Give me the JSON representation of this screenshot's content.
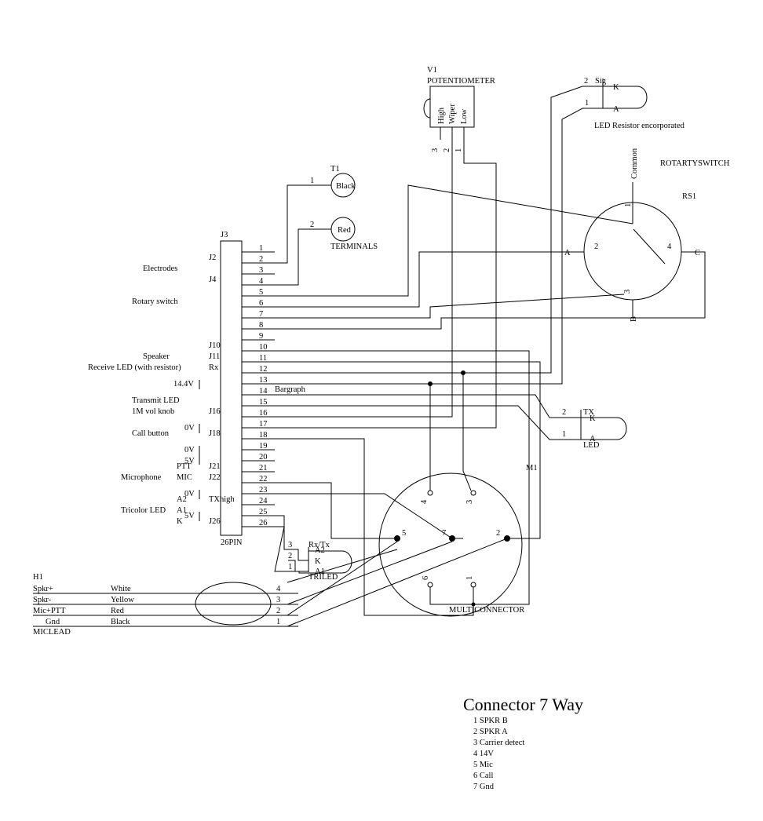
{
  "labels": {
    "v1_ref": "V1",
    "v1_name": "POTENTIOMETER",
    "pot_high": "High",
    "pot_wiper": "Wiper",
    "pot_low": "Low",
    "pot_pin3": "3",
    "pot_pin2": "2",
    "pot_pin1": "1",
    "t1_ref": "T1",
    "t1_black": "Black",
    "t1_red": "Red",
    "t1_pin1": "1",
    "t1_pin2": "2",
    "t1_name": "TERMINALS",
    "led_sig_num": "2",
    "led_sig": "Sig",
    "led_k": "K",
    "led_pin1": "1",
    "led_a": "A",
    "led_note": "LED  Resistor encorporated",
    "rs_common": "Common",
    "rs_name": "ROTARTYSWITCH",
    "rs_ref": "RS1",
    "rs_p1": "1",
    "rs_p2": "2",
    "rs_p3": "3",
    "rs_p4": "4",
    "rs_A": "A",
    "rs_B": "B",
    "rs_C": "C",
    "j3_ref": "J3",
    "j3_name": "26PIN",
    "tx_pin2": "2",
    "tx_label": "TX",
    "tx_k": "K",
    "tx_pin1": "1",
    "tx_a": "A",
    "tx_led": "LED",
    "m1_ref": "M1",
    "mc_name": "MULTICONNECTOR",
    "mc_p1": "1",
    "mc_p2": "2",
    "mc_p3": "3",
    "mc_p4": "4",
    "mc_p5": "5",
    "mc_p6": "6",
    "mc_p7": "7",
    "tri_p3": "3",
    "tri_p2": "2",
    "tri_p1": "1",
    "tri_rxtx": "Rx/Tx",
    "tri_a2": "A2",
    "tri_k": "K",
    "tri_a1": "A1",
    "tri_name": "TRILED",
    "h1_ref": "H1",
    "h1_name": "MICLEAD",
    "pins": [
      "1",
      "2",
      "3",
      "4",
      "5",
      "6",
      "7",
      "8",
      "9",
      "10",
      "11",
      "12",
      "13",
      "14",
      "15",
      "16",
      "17",
      "18",
      "19",
      "20",
      "21",
      "22",
      "23",
      "24",
      "25",
      "26"
    ],
    "bargraph": "Bargraph",
    "j_labels": {
      "j2": "J2",
      "j4": "J4",
      "j10": "J10",
      "j11": "J11",
      "rx": "Rx",
      "j16": "J16",
      "j18": "J18",
      "j21": "J21",
      "j22": "J22",
      "txhigh": "TXhigh",
      "j26": "J26"
    },
    "left_labels": {
      "electrodes": "Electrodes",
      "rotary": "Rotary switch",
      "speaker": "Speaker",
      "receive_led": "Receive LED (with resistor)",
      "v144": "14.4V",
      "transmit_led": "Transmit LED",
      "vol_knob": "1M vol knob",
      "ov1": "0V",
      "call": "Call button",
      "ov2": "0V",
      "v5a": "5V",
      "ptt": "PTT",
      "microphone": "Microphone",
      "mic": "MIC",
      "ov3": "0V",
      "a2": "A2",
      "tricolor": "Tricolor LED",
      "a1": "A1",
      "k": "K",
      "v5b": "5V"
    },
    "lead": {
      "names": [
        "Spkr+",
        "Spkr-",
        "Mic+PTT",
        "Gnd"
      ],
      "colors": [
        "White",
        "Yellow",
        "Red",
        "Black"
      ],
      "nums": [
        "4",
        "3",
        "2",
        "1"
      ]
    }
  },
  "legend": {
    "title": "Connector 7 Way",
    "items": [
      "1 SPKR B",
      "2 SPKR A",
      "3 Carrier detect",
      "4 14V",
      "5 Mic",
      "6 Call",
      "7 Gnd"
    ]
  }
}
